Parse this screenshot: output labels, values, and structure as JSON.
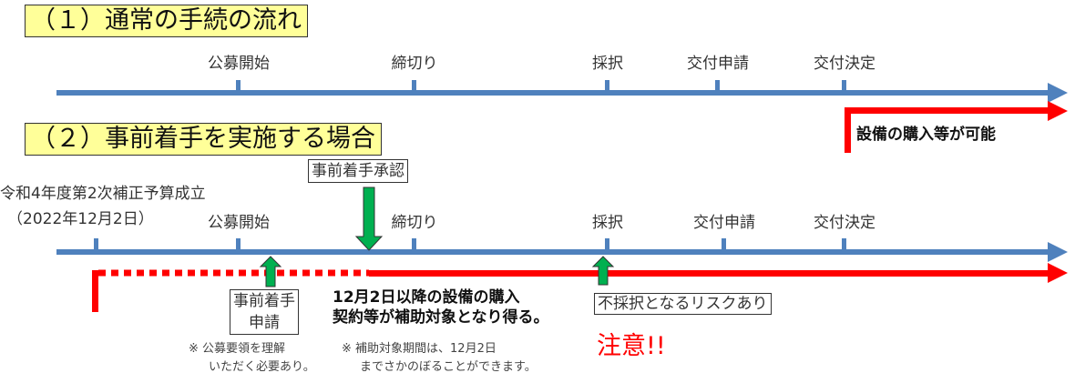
{
  "section1": {
    "title": "（１）通常の手続の流れ",
    "milestones": [
      "公募開始",
      "締切り",
      "採択",
      "交付申請",
      "交付決定"
    ],
    "red_label": "設備の購入等が可能"
  },
  "section2": {
    "title": "（２）事前着手を実施する場合",
    "approval": "事前着手承認",
    "budget_line1": "令和4年度第2次補正予算成立",
    "budget_line2": "（2022年12月2日）",
    "milestones": [
      "公募開始",
      "締切り",
      "採択",
      "交付申請",
      "交付決定"
    ],
    "application_line1": "事前着手",
    "application_line2": "申請",
    "eligible_line1": "12月2日以降の設備の購入",
    "eligible_line2": "契約等が補助対象となり得る。",
    "risk": "不採択となるリスクあり",
    "caution": "注意!!",
    "note1_line1": "※ 公募要領を理解",
    "note1_line2": "いただく必要あり。",
    "note2_line1": "※ 補助対象期間は、12月2日",
    "note2_line2": "までさかのぼることができます。"
  },
  "colors": {
    "timeline": "#4f81bd",
    "red": "#ff0000",
    "green": "#00b050",
    "title_bg": "#ffff99"
  }
}
